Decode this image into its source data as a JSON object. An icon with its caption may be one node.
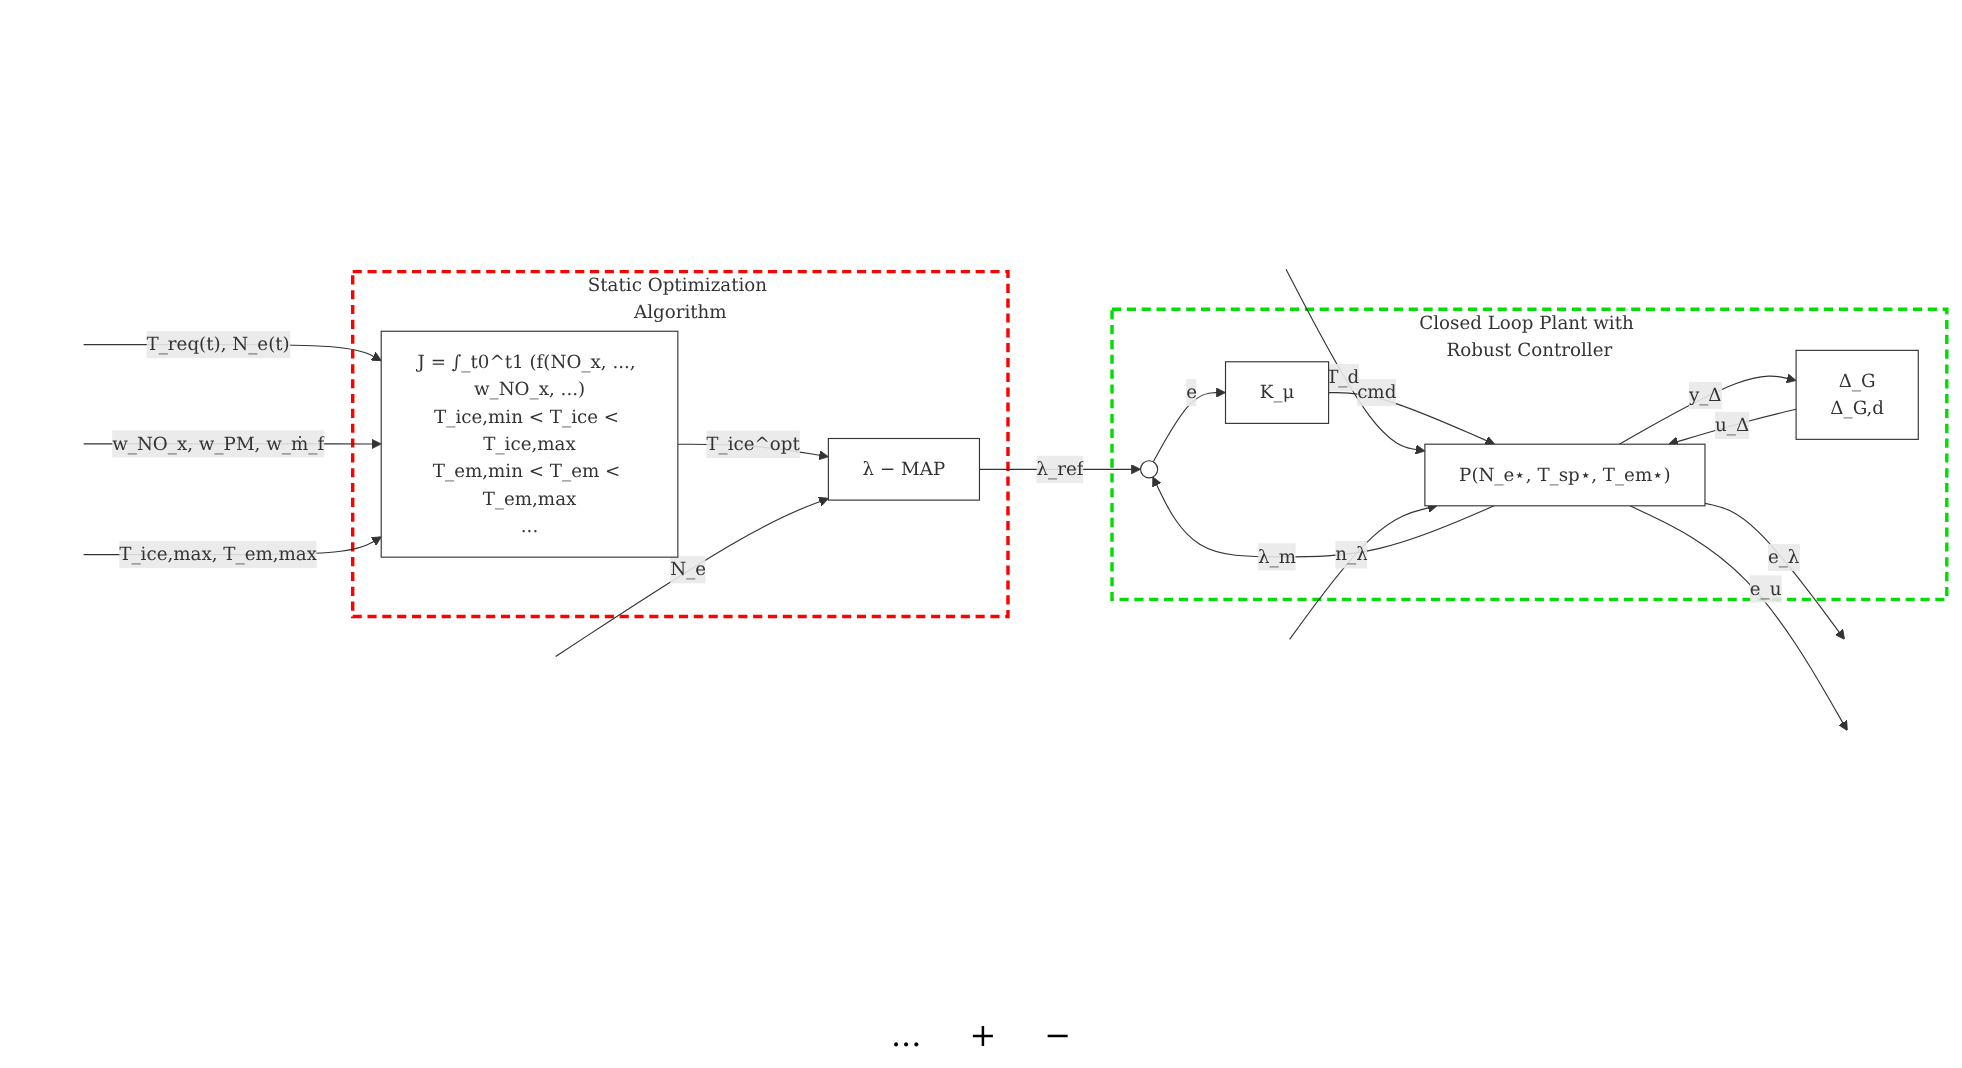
{
  "diagram": {
    "nodes": [
      {
        "text": [
          "Static Optimization Algorithm"
        ]
      },
      {
        "text": [
          "J = ∫_t0^t1 (f(NO_x, ..., w_NO_x, ...)",
          "T_ice,min < T_ice < T_ice,max",
          "T_em,min < T_em < T_em,max",
          "..."
        ],
        "in": 0
      },
      {
        "text": [
          "λ − MAP"
        ],
        "in": 0
      },
      {
        "text": [
          "Closed Loop Plant with Robust Controller"
        ]
      },
      {
        "text": [],
        "shape": "circle",
        "in": 3
      },
      {
        "text": [
          "K_μ"
        ],
        "in": 3
      },
      {
        "text": [
          "P(N_e⋆, T_sp⋆, T_em⋆)"
        ],
        "in": 3
      },
      {
        "text": [
          "Δ_G",
          "Δ_G,d"
        ],
        "in": 3
      }
    ],
    "edges": [
      {
        "from": null,
        "to": 1,
        "arrow": "to",
        "label": "T_req(t), N_e(t)"
      },
      {
        "from": null,
        "to": 1,
        "arrow": "to",
        "label": "w_NO_x, w_PM, w_ṁ_f"
      },
      {
        "from": null,
        "to": 1,
        "arrow": "to",
        "label": "T_ice,max, T_em,max"
      },
      {
        "from": 1,
        "to": 2,
        "arrow": "to",
        "label": "T_ice^opt"
      },
      {
        "from": 2,
        "to": 4,
        "arrow": "to",
        "label": "λ_ref"
      },
      {
        "from": null,
        "to": 2,
        "arrow": "to",
        "label": "N_e"
      },
      {
        "from": 4,
        "to": 5,
        "arrow": "to",
        "label": "e"
      },
      {
        "from": 5,
        "to": 6,
        "arrow": "to",
        "label": "cmd"
      },
      {
        "from": null,
        "to": 6,
        "arrow": "to",
        "label": "T_d"
      },
      {
        "from": null,
        "to": 6,
        "arrow": "to",
        "label": "n_λ"
      },
      {
        "from": 7,
        "to": 6,
        "arrow": "to",
        "label": "u_Δ"
      },
      {
        "from": 6,
        "to": 7,
        "arrow": "to",
        "label": "y_Δ"
      },
      {
        "from": 6,
        "to": null,
        "arrow": "to",
        "label": "e_λ"
      },
      {
        "from": 6,
        "to": null,
        "arrow": "to",
        "label": "e_u"
      },
      {
        "from": 6,
        "to": 4,
        "arrow": "to",
        "label": "λ_m"
      }
    ],
    "labels": [
      "...",
      "+",
      "−"
    ]
  }
}
